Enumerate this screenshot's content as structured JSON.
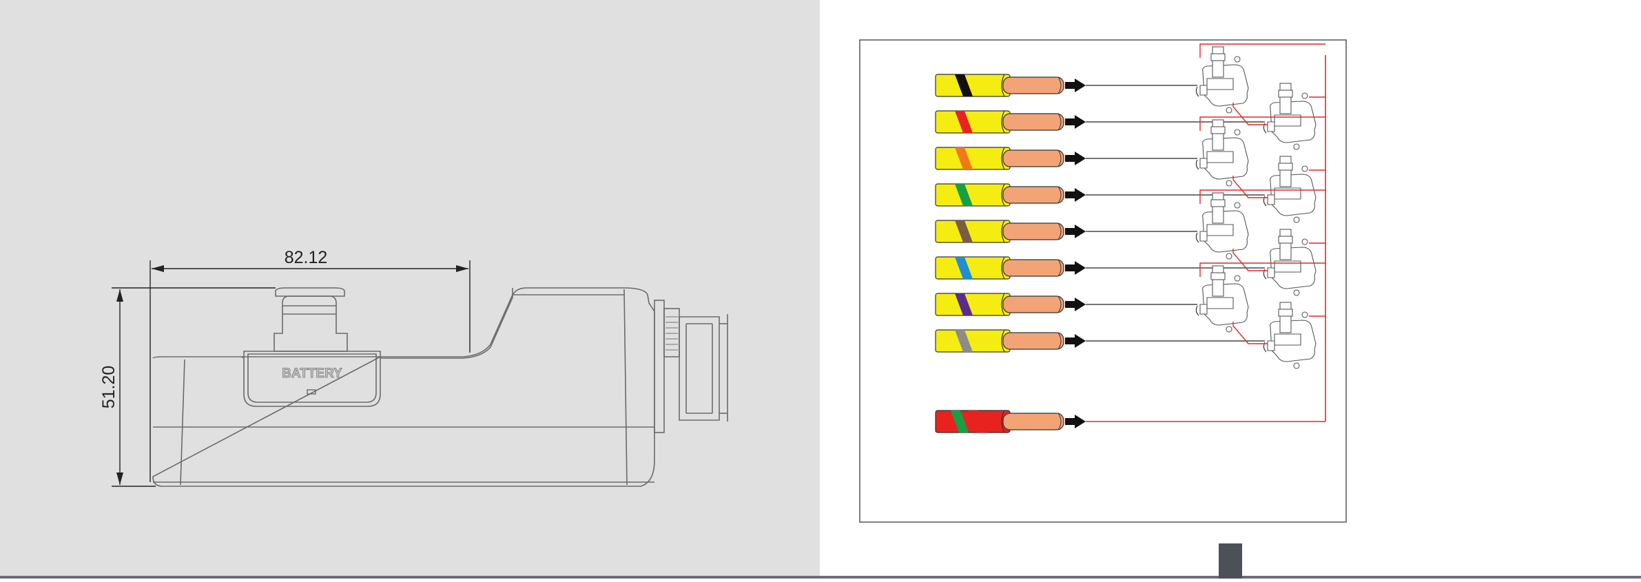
{
  "drawing": {
    "width_dimension": "82.12",
    "height_dimension": "51.20",
    "battery_label": "BATTERY"
  },
  "wiring": {
    "wires": [
      {
        "stripe": "#111111"
      },
      {
        "stripe": "#e8231f"
      },
      {
        "stripe": "#f07a1a"
      },
      {
        "stripe": "#16a045"
      },
      {
        "stripe": "#7a5c44"
      },
      {
        "stripe": "#1e8fd6"
      },
      {
        "stripe": "#5a2d8c"
      },
      {
        "stripe": "#8c8c8c"
      }
    ],
    "common_wire": {
      "base": "#e8231f",
      "stripe": "#16a045"
    },
    "colors": {
      "insulation": "#f5ec12",
      "copper": "#f2a477",
      "line": "#222222",
      "common_line": "#e3262b",
      "panel_bg": "#e0e0e0"
    }
  }
}
